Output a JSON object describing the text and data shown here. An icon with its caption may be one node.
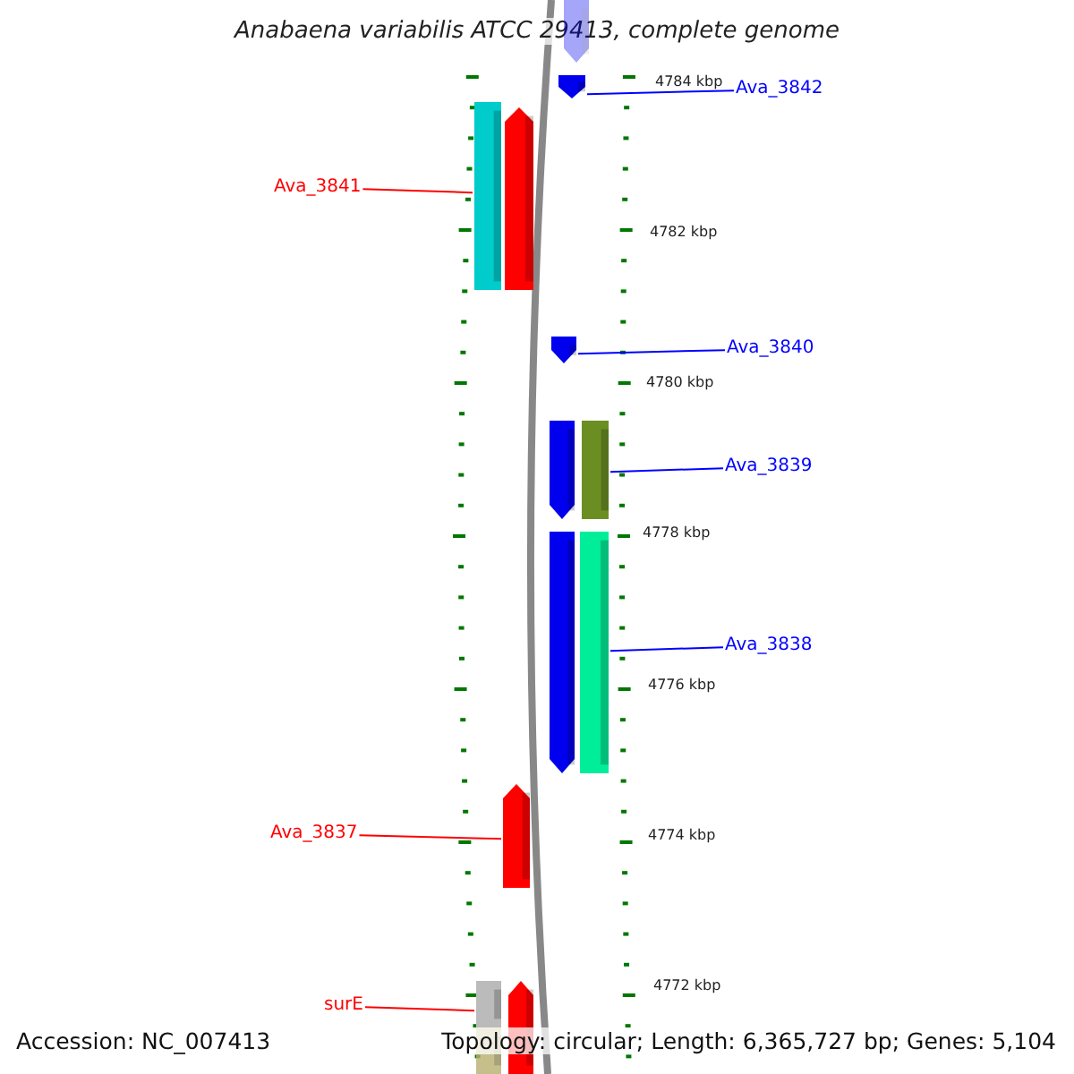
{
  "diagram": {
    "title": "Anabaena variabilis ATCC 29413, complete genome",
    "nodes": [
      {
        "text": [
          "Ava_3842"
        ]
      },
      {
        "text": [
          "Ava_3841"
        ]
      },
      {
        "text": [
          "Ava_3840"
        ]
      },
      {
        "text": [
          "Ava_3839"
        ]
      },
      {
        "text": [
          "Ava_3838"
        ]
      },
      {
        "text": [
          "Ava_3837"
        ]
      },
      {
        "text": [
          "surE"
        ]
      },
      {
        "text": [],
        "shape": "pentagon"
      },
      {
        "text": [],
        "shape": "pentagon"
      },
      {
        "text": [],
        "shape": "bar"
      },
      {
        "text": [],
        "shape": "pentagon"
      },
      {
        "text": [],
        "shape": "pentagon"
      },
      {
        "text": [],
        "shape": "pentagon"
      },
      {
        "text": [],
        "shape": "bar"
      },
      {
        "text": [],
        "shape": "pentagon"
      },
      {
        "text": [],
        "shape": "bar"
      },
      {
        "text": [],
        "shape": "pentagon"
      },
      {
        "text": [],
        "shape": "bar"
      },
      {
        "text": [],
        "shape": "pentagon"
      },
      {
        "text": [],
        "shape": "bar"
      }
    ],
    "edges": [
      {
        "from": 0,
        "to": 8,
        "arrow": "none"
      },
      {
        "from": 1,
        "to": 9,
        "arrow": "none",
        "color": "#ff0000"
      },
      {
        "from": 2,
        "to": 11,
        "arrow": "none"
      },
      {
        "from": 3,
        "to": 13,
        "arrow": "none"
      },
      {
        "from": 4,
        "to": 15,
        "arrow": "none"
      },
      {
        "from": 5,
        "to": 16,
        "arrow": "none",
        "color": "#ff0000"
      },
      {
        "from": 6,
        "to": 17,
        "arrow": "none",
        "color": "#ff0000"
      }
    ],
    "labels": [
      "4784 kbp",
      "4782 kbp",
      "4780 kbp",
      "4778 kbp",
      "4776 kbp",
      "4774 kbp",
      "4772 kbp",
      "Accession: NC_007413",
      "Topology: circular; Length: 6,365,727 bp; Genes: 5,104"
    ]
  }
}
